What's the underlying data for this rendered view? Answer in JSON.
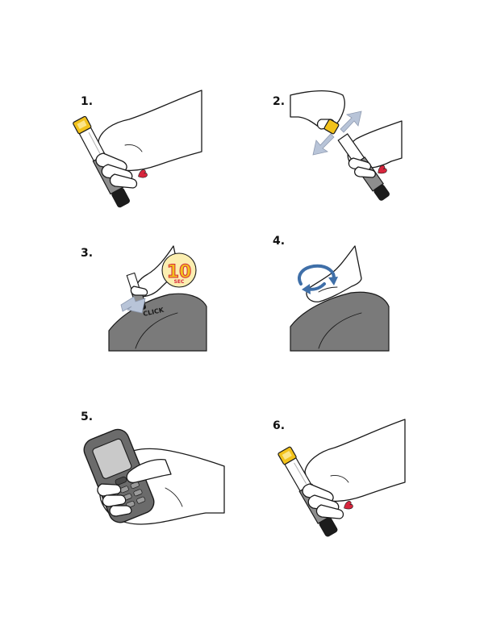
{
  "steps": [
    {
      "number": "1.",
      "icon": "grasp-autoinjector-icon"
    },
    {
      "number": "2.",
      "icon": "remove-safety-cap-icon"
    },
    {
      "number": "3.",
      "icon": "press-into-thigh-icon",
      "timer_value": "10",
      "timer_unit": "SEC",
      "sound_label": "CLICK"
    },
    {
      "number": "4.",
      "icon": "massage-injection-site-icon"
    },
    {
      "number": "5.",
      "icon": "call-for-help-phone-icon"
    },
    {
      "number": "6.",
      "icon": "hold-used-autoinjector-icon"
    }
  ],
  "colors": {
    "cap_yellow": "#f2c21b",
    "heart_red": "#d7263d",
    "barrel_grey": "#8e8e8e",
    "tip_black": "#1c1c1c",
    "arrow_blue": "#b8c4d8",
    "massage_blue": "#3f6fa8",
    "thigh_grey": "#777777",
    "phone_grey": "#6b6b6b"
  }
}
